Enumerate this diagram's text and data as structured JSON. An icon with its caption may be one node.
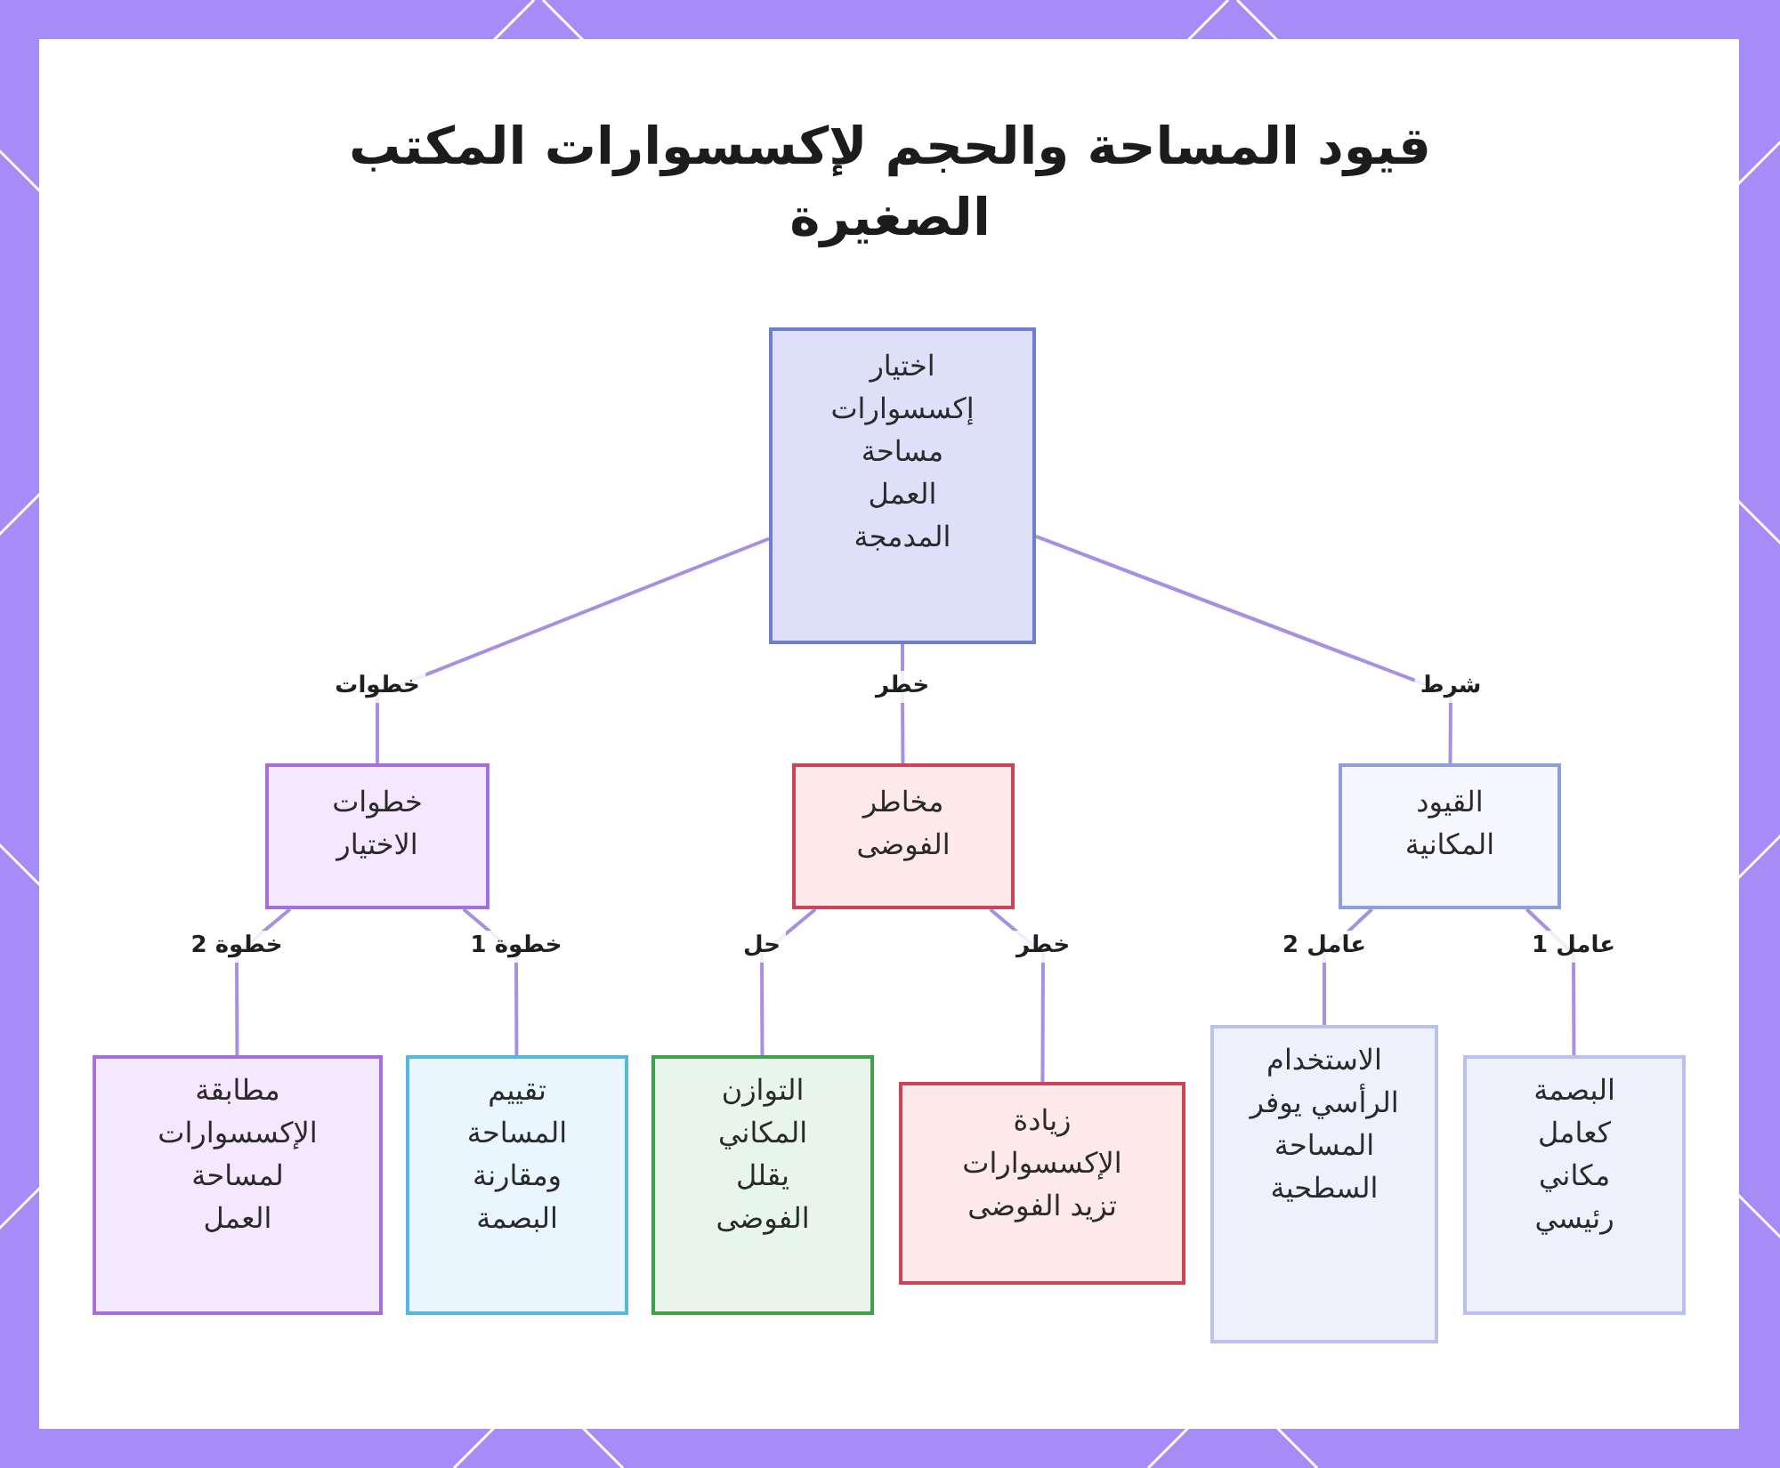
{
  "diagram": {
    "title": "قيود المساحة والحجم لإكسسوارات المكتب الصغيرة",
    "nodes": [
      {
        "text": [
          "اختيار إكسسوارات مساحة العمل المدمجة"
        ]
      },
      {
        "text": [
          "القيود المكانية"
        ]
      },
      {
        "text": [
          "مخاطر الفوضى"
        ]
      },
      {
        "text": [
          "خطوات الاختيار"
        ]
      },
      {
        "text": [
          "البصمة كعامل مكاني رئيسي"
        ]
      },
      {
        "text": [
          "الاستخدام الرأسي يوفر المساحة السطحية"
        ]
      },
      {
        "text": [
          "زيادة الإكسسوارات تزيد الفوضى"
        ]
      },
      {
        "text": [
          "التوازن المكاني يقلل الفوضى"
        ]
      },
      {
        "text": [
          "تقييم المساحة ومقارنة البصمة"
        ]
      },
      {
        "text": [
          "مطابقة الإكسسوارات لمساحة العمل"
        ]
      }
    ],
    "edges": [
      {
        "from": 0,
        "to": 1,
        "arrow": "none",
        "label": "شرط"
      },
      {
        "from": 0,
        "to": 2,
        "arrow": "none",
        "label": "خطر"
      },
      {
        "from": 0,
        "to": 3,
        "arrow": "none",
        "label": "خطوات"
      },
      {
        "from": 1,
        "to": 4,
        "arrow": "none",
        "label": "عامل 1"
      },
      {
        "from": 1,
        "to": 5,
        "arrow": "none",
        "label": "عامل 2"
      },
      {
        "from": 2,
        "to": 6,
        "arrow": "none",
        "label": "خطر"
      },
      {
        "from": 2,
        "to": 7,
        "arrow": "none",
        "label": "حل"
      },
      {
        "from": 3,
        "to": 8,
        "arrow": "none",
        "label": "خطوة 1"
      },
      {
        "from": 3,
        "to": 9,
        "arrow": "none",
        "label": "خطوة 2"
      }
    ]
  }
}
